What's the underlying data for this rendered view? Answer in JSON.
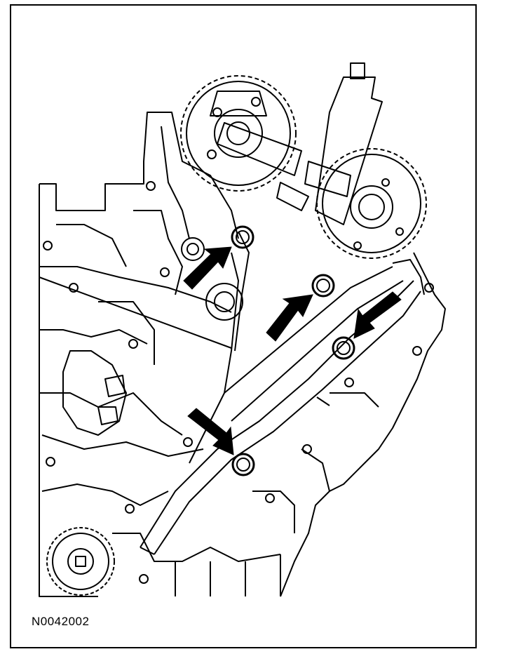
{
  "figure": {
    "id_label": "N0042002",
    "line_color": "#000000",
    "background": "#ffffff"
  },
  "callouts": [
    {
      "name": "bolt-upper-left",
      "arrow_direction": "up-right"
    },
    {
      "name": "bolt-upper-middle",
      "arrow_direction": "up-right"
    },
    {
      "name": "bolt-right",
      "arrow_direction": "down-left"
    },
    {
      "name": "bolt-lower",
      "arrow_direction": "down-right"
    }
  ]
}
